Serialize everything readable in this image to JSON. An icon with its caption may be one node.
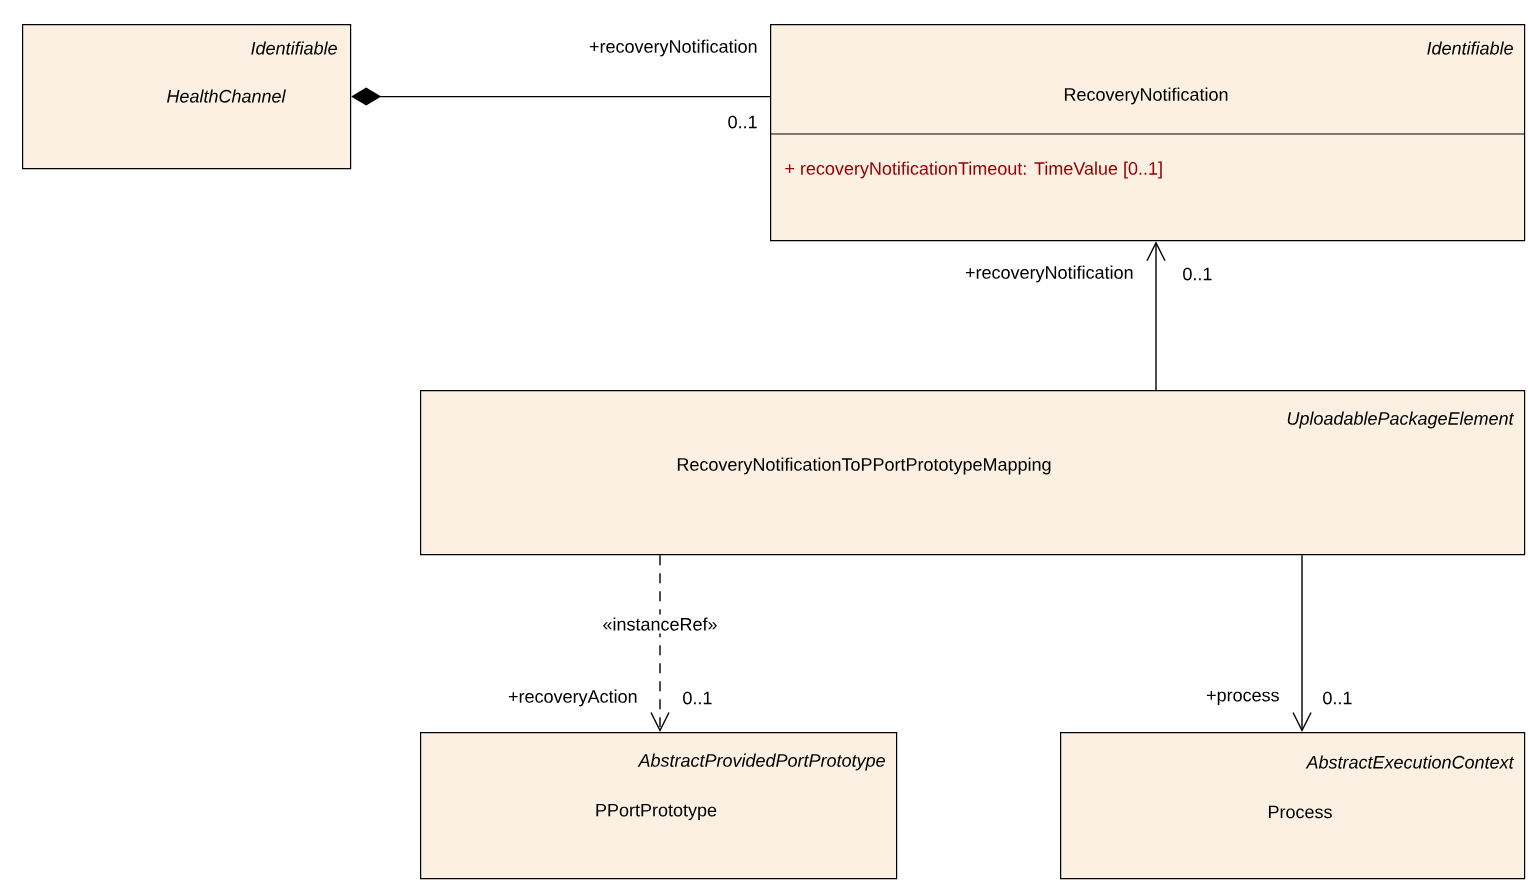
{
  "diagram": {
    "nodes": [
      {
        "text": [
          "Identifiable",
          "HealthChannel"
        ]
      },
      {
        "text": [
          "Identifiable",
          "RecoveryNotification",
          "+ recoveryNotificationTimeout: TimeValue [0..1]"
        ]
      },
      {
        "text": [
          "UploadablePackageElement",
          "RecoveryNotificationToPPortPrototypeMapping"
        ]
      },
      {
        "text": [
          "AbstractProvidedPortPrototype",
          "PPortPrototype"
        ]
      },
      {
        "text": [
          "AbstractExecutionContext",
          "Process"
        ]
      }
    ],
    "edges": [
      {
        "from": 0,
        "to": 1,
        "arrow": "other"
      },
      {
        "from": 2,
        "to": 1,
        "arrow": "to"
      },
      {
        "from": 2,
        "to": 3,
        "arrow": "to",
        "style": "dashed",
        "label": "«instanceRef»"
      },
      {
        "from": 2,
        "to": 4,
        "arrow": "to"
      }
    ],
    "labels": [
      "+recoveryNotification",
      "0..1",
      "+recoveryNotification",
      "0..1",
      "+recoveryAction",
      "0..1",
      "+process",
      "0..1"
    ]
  }
}
